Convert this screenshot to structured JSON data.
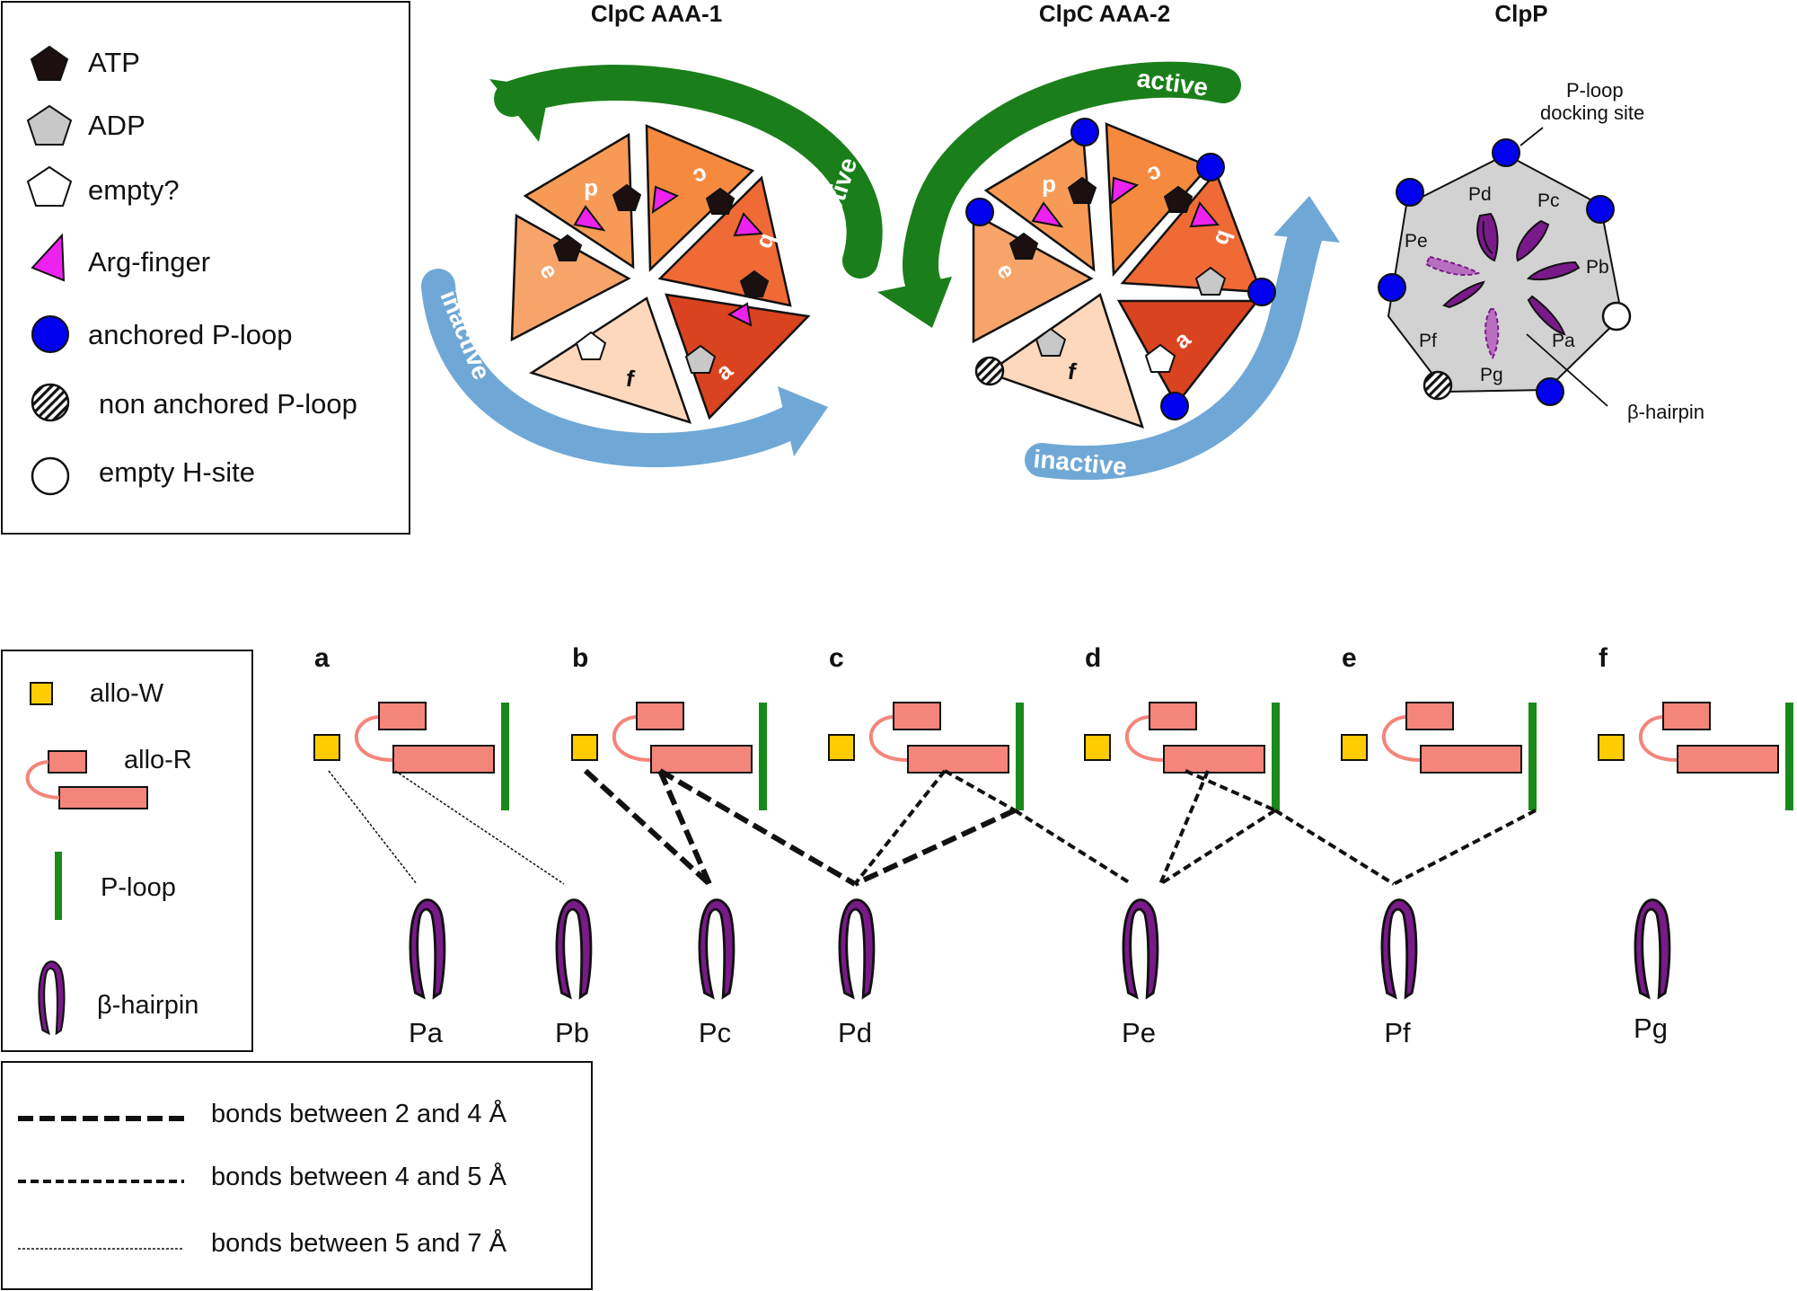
{
  "legend_top": {
    "items": [
      {
        "label": "ATP",
        "icon": "atp-pentagon-icon"
      },
      {
        "label": "ADP",
        "icon": "adp-pentagon-icon"
      },
      {
        "label": "empty?",
        "icon": "empty-pentagon-icon"
      },
      {
        "label": "Arg-finger",
        "icon": "arg-finger-triangle-icon"
      },
      {
        "label": "anchored P-loop",
        "icon": "anchored-circle-icon"
      },
      {
        "label": "non anchored P-loop",
        "icon": "hatched-circle-icon"
      },
      {
        "label": "empty H-site",
        "icon": "empty-circle-icon"
      }
    ]
  },
  "headers": {
    "aaa1": "ClpC AAA-1",
    "aaa2": "ClpC AAA-2",
    "clpp": "ClpP"
  },
  "arrows": {
    "active": "active",
    "inactive": "inactive"
  },
  "subunits": {
    "a": "a",
    "b": "b",
    "c": "c",
    "d": "d",
    "e": "e",
    "f": "f"
  },
  "clpp": {
    "docking": [
      "P-loop",
      "docking site"
    ],
    "hairpin": "β-hairpin",
    "labels": {
      "pa": "Pa",
      "pb": "Pb",
      "pc": "Pc",
      "pd": "Pd",
      "pe": "Pe",
      "pf": "Pf",
      "pg": "Pg"
    }
  },
  "legend_mid": {
    "allo_w": "allo-W",
    "allo_r": "allo-R",
    "p_loop": "P-loop",
    "hairpin": "β-hairpin"
  },
  "columns": [
    "a",
    "b",
    "c",
    "d",
    "e",
    "f"
  ],
  "hairpins": [
    "Pa",
    "Pb",
    "Pc",
    "Pd",
    "Pe",
    "Pf",
    "Pg"
  ],
  "legend_bottom": {
    "thick": "bonds between 2 and 4 Å",
    "medium": "bonds between 4 and 5 Å",
    "thin": "bonds between 5 and 7 Å"
  },
  "colors": {
    "active": "#1a7f1a",
    "inactive": "#6fa8d6",
    "anchored": "#0000ee",
    "arg": "#ee22ee",
    "allo_w": "#ffcc00",
    "allo_r": "#f4857a",
    "ploop": "#1a8a1a",
    "hairpin": "#7a1a8a"
  }
}
